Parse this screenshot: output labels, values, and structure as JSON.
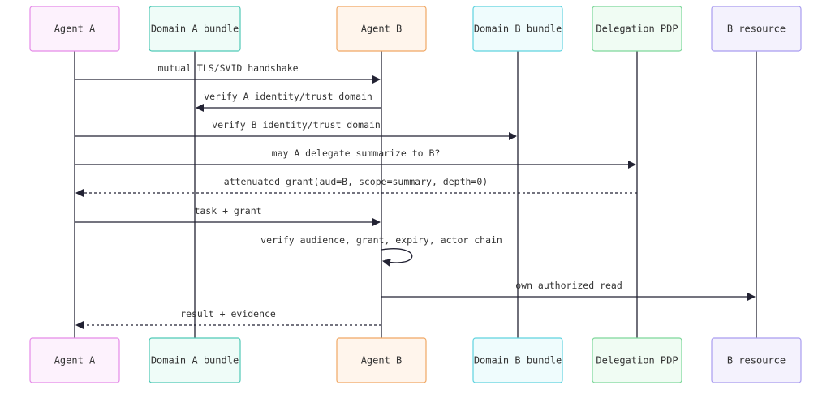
{
  "actors": [
    {
      "id": "a",
      "label": "Agent A",
      "fill": "#fdf2fd",
      "stroke": "#e58ae8"
    },
    {
      "id": "dab",
      "label": "Domain A bundle",
      "fill": "#effcf8",
      "stroke": "#4fc9b6"
    },
    {
      "id": "b",
      "label": "Agent B",
      "fill": "#fff5ec",
      "stroke": "#f0a864"
    },
    {
      "id": "dbb",
      "label": "Domain B bundle",
      "fill": "#effcfd",
      "stroke": "#5fd3df"
    },
    {
      "id": "pdp",
      "label": "Delegation PDP",
      "fill": "#f0fcf3",
      "stroke": "#7dd79a"
    },
    {
      "id": "res",
      "label": "B resource",
      "fill": "#f4f2fd",
      "stroke": "#a99cf0"
    }
  ],
  "messages": [
    {
      "from": "a",
      "to": "b",
      "label": "mutual TLS/SVID handshake",
      "style": "solid"
    },
    {
      "from": "b",
      "to": "dab",
      "label": "verify A identity/trust domain",
      "style": "solid"
    },
    {
      "from": "a",
      "to": "dbb",
      "label": "verify B identity/trust domain",
      "style": "solid"
    },
    {
      "from": "a",
      "to": "pdp",
      "label": "may A delegate summarize to B?",
      "style": "solid"
    },
    {
      "from": "pdp",
      "to": "a",
      "label": "attenuated grant(aud=B, scope=summary, depth=0)",
      "style": "dashed"
    },
    {
      "from": "a",
      "to": "b",
      "label": "task + grant",
      "style": "solid"
    },
    {
      "from": "b",
      "to": "b",
      "label": "verify audience, grant, expiry, actor chain",
      "style": "solid"
    },
    {
      "from": "b",
      "to": "res",
      "label": "own authorized read",
      "style": "solid"
    },
    {
      "from": "b",
      "to": "a",
      "label": "result + evidence",
      "style": "dashed"
    }
  ],
  "colors": {
    "line": "#222233",
    "text": "#333333"
  }
}
